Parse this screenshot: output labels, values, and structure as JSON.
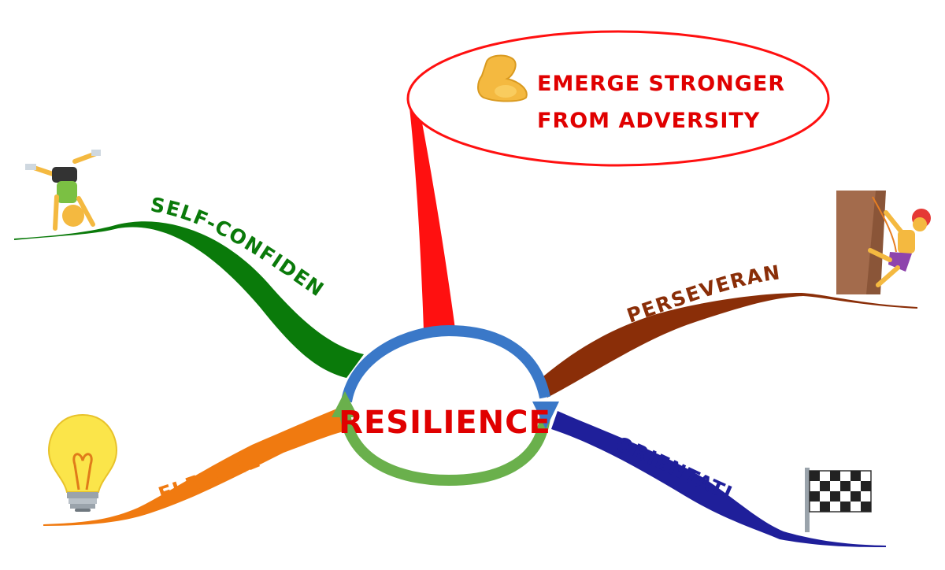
{
  "center": {
    "label": "RESILIENCE",
    "color": "#e00000",
    "ring_blue": "#3a78c8",
    "ring_green": "#6ab04c"
  },
  "goal": {
    "line1": "EMERGE STRONGER",
    "line2": "FROM ADVERSITY",
    "color": "#e00000",
    "icon": "flexed-biceps-icon"
  },
  "branches": [
    {
      "id": "self-confidence",
      "label": "SELF-CONFIDENCE",
      "color": "#0a7a0a",
      "icon": "cartwheel-person-icon"
    },
    {
      "id": "perseverance",
      "label": "PERSEVERANCE",
      "color": "#8a2e08",
      "icon": "rock-climber-icon"
    },
    {
      "id": "flexibility",
      "label": "FLEXIBILITY",
      "color": "#f07a10",
      "icon": "light-bulb-icon"
    },
    {
      "id": "orientation",
      "label": "ORIENTATION",
      "color": "#1f1f9a",
      "icon": "checkered-flag-icon"
    }
  ]
}
